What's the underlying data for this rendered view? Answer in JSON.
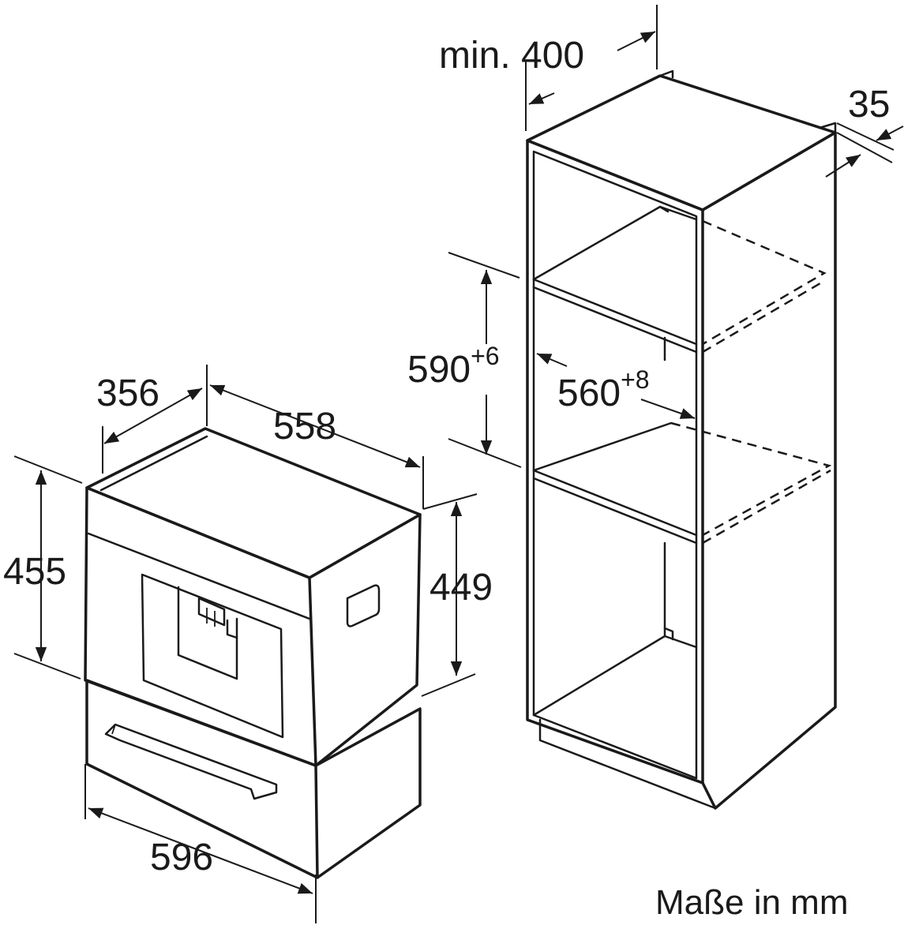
{
  "appliance": {
    "width_label": "596",
    "depth_label": "558",
    "front_depth_label": "356",
    "total_height_label": "455",
    "body_height_label": "449"
  },
  "cabinet": {
    "min_width_label": "min. 400",
    "back_offset_label": "35",
    "niche_height_label": "590",
    "niche_height_tolerance": "+6",
    "niche_width_label": "560",
    "niche_width_tolerance": "+8"
  },
  "units_note": "Maße in mm"
}
